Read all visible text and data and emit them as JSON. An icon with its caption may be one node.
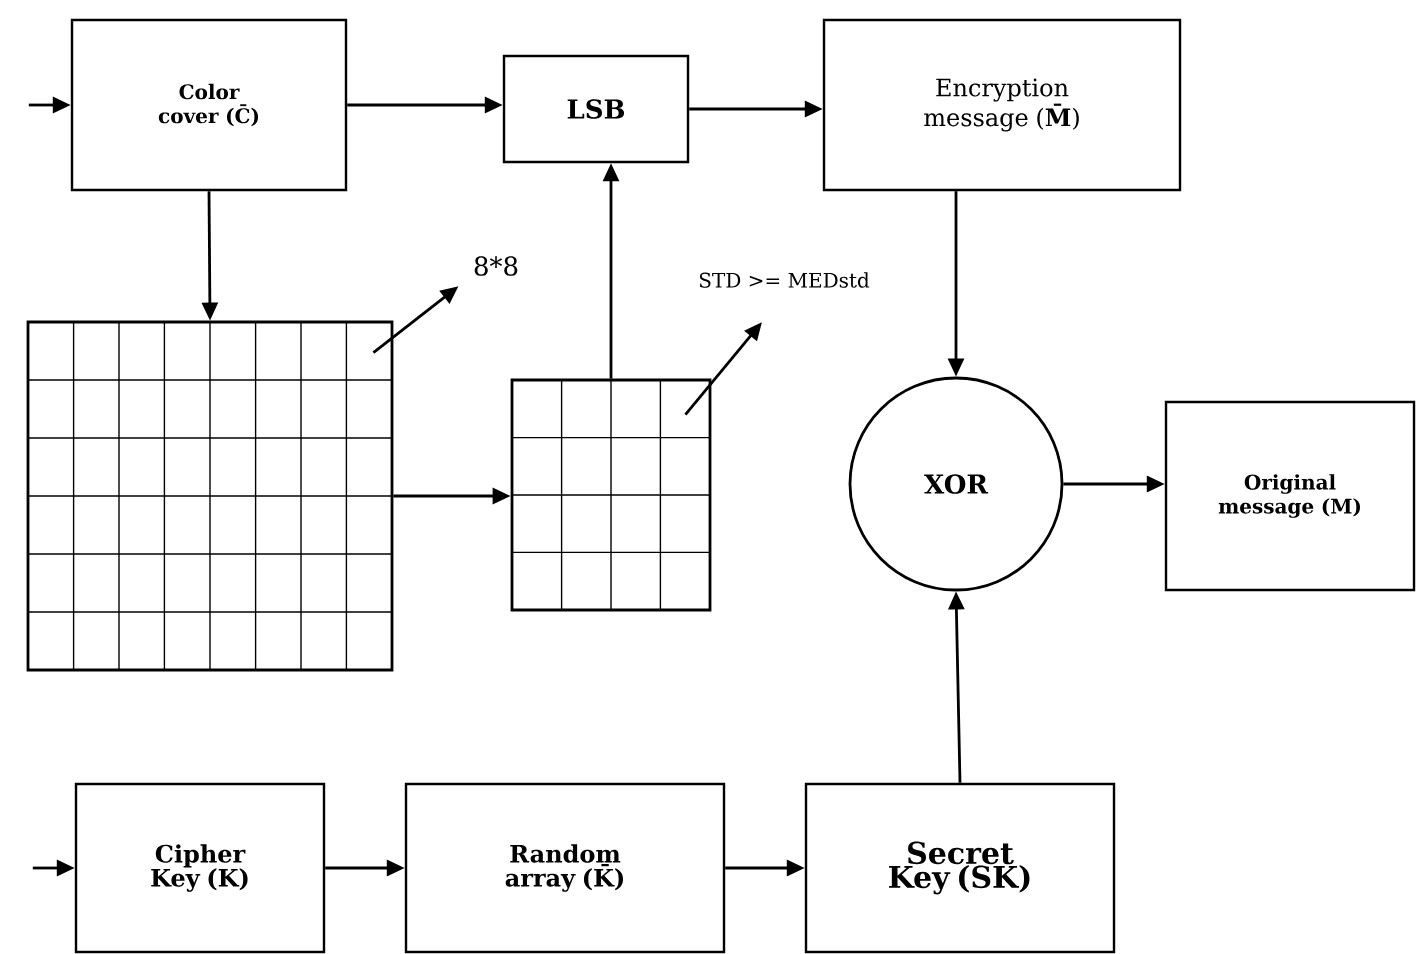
{
  "diagram": {
    "nodes": [
      {
        "text": [
          "Color cover (C̄)"
        ]
      },
      {
        "text": [
          "LSB"
        ]
      },
      {
        "text": [
          "Encryption message (**M̄**)"
        ]
      },
      {
        "text": [],
        "shape": "grid"
      },
      {
        "text": [],
        "shape": "grid"
      },
      {
        "text": [
          "XOR"
        ]
      },
      {
        "text": [
          "Original message (M)"
        ]
      },
      {
        "text": [
          "Cipher Key (K)"
        ]
      },
      {
        "text": [
          "Random array (K̄)"
        ]
      },
      {
        "text": [
          "Secret Key (SK)"
        ]
      },
      {
        "text": [
          "8*8"
        ]
      },
      {
        "text": [
          "STD >= MEDstd"
        ]
      }
    ],
    "edges": [
      {
        "from": null,
        "to": 0,
        "arrow": "to"
      },
      {
        "from": 0,
        "to": 1,
        "arrow": "to"
      },
      {
        "from": 1,
        "to": 2,
        "arrow": "to"
      },
      {
        "from": 0,
        "to": 3,
        "arrow": "to"
      },
      {
        "from": 3,
        "to": 4,
        "arrow": "to"
      },
      {
        "from": 4,
        "to": 1,
        "arrow": "to"
      },
      {
        "from": 2,
        "to": 5,
        "arrow": "to"
      },
      {
        "from": 5,
        "to": 6,
        "arrow": "to"
      },
      {
        "from": null,
        "to": 7,
        "arrow": "to"
      },
      {
        "from": 7,
        "to": 8,
        "arrow": "to"
      },
      {
        "from": 8,
        "to": 9,
        "arrow": "to"
      },
      {
        "from": 9,
        "to": 5,
        "arrow": "to"
      },
      {
        "from": 3,
        "to": 10,
        "arrow": "to"
      },
      {
        "from": 4,
        "to": 11,
        "arrow": "to"
      }
    ]
  }
}
